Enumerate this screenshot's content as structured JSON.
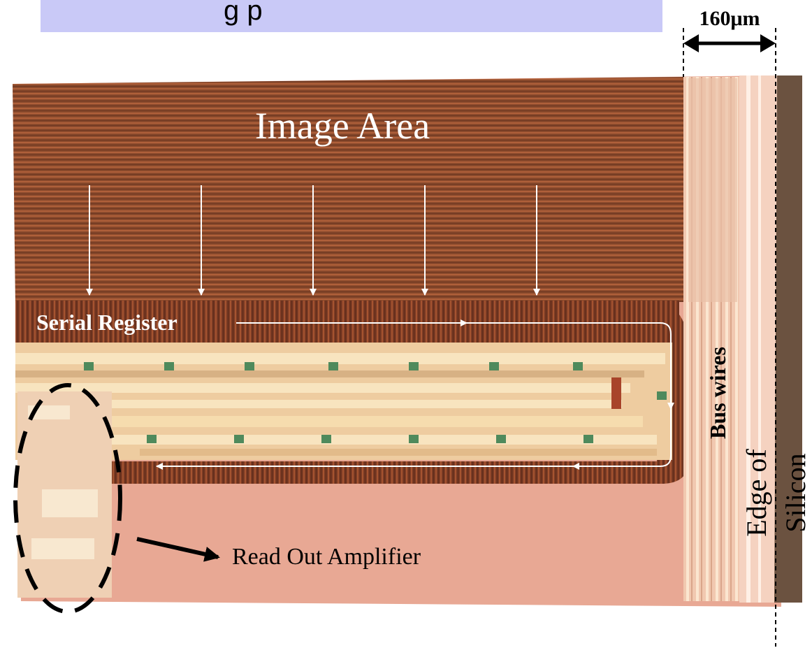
{
  "header": {
    "text": "g p",
    "background": "#c9c9f7"
  },
  "scale_bar": {
    "label": "160μm"
  },
  "labels": {
    "image_area": "Image Area",
    "serial_register": "Serial Register",
    "bus_wires": "Bus wires",
    "edge_of": "Edge of",
    "silicon": "Silicon",
    "read_out_amplifier": "Read Out Amplifier"
  },
  "colors": {
    "image_area": "#8a4a2c",
    "image_area_stripe": "#a85a34",
    "register_stripe": "#7a3a24",
    "trace_light": "#f4dcb4",
    "trace_green": "#4f8a5c",
    "substrate": "#e8a894",
    "bus_pale": "#f5d2c0",
    "silicon_edge": "#6b5240",
    "annotation_white": "#ffffff",
    "annotation_black": "#000000"
  }
}
